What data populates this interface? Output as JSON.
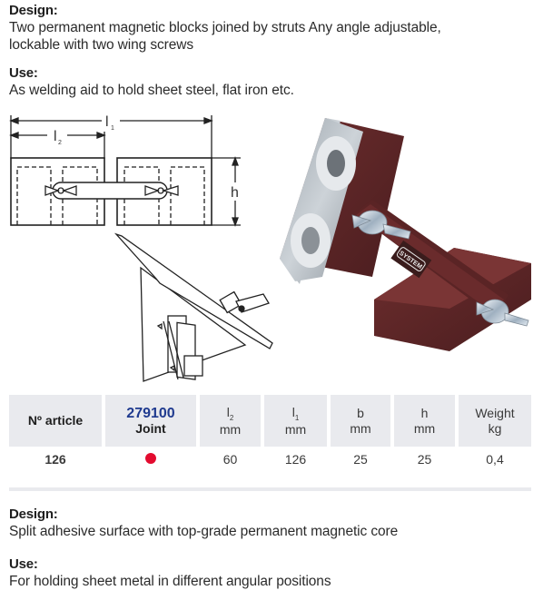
{
  "section1": {
    "design_label": "Design:",
    "design_text_line1": "Two permanent magnetic blocks joined by struts Any angle adjustable,",
    "design_text_line2": "lockable with two wing screws",
    "use_label": "Use:",
    "use_text": "As welding aid to hold sheet steel, flat iron etc."
  },
  "diagram": {
    "l1_label": "l",
    "l1_sub": "1",
    "l2_label": "l",
    "l2_sub": "2",
    "h_label": "h"
  },
  "photo": {
    "badge_text": "SYSTEM"
  },
  "table": {
    "headers": [
      {
        "id": "article",
        "line1": "Nº article"
      },
      {
        "id": "joint",
        "code": "279100",
        "line2": "Joint"
      },
      {
        "id": "l2",
        "symbol": "l",
        "sub": "2",
        "unit": "mm"
      },
      {
        "id": "l1",
        "symbol": "l",
        "sub": "1",
        "unit": "mm"
      },
      {
        "id": "b",
        "symbol": "b",
        "unit": "mm"
      },
      {
        "id": "h",
        "symbol": "h",
        "unit": "mm"
      },
      {
        "id": "weight",
        "symbol": "Weight",
        "unit": "kg"
      }
    ],
    "rows": [
      {
        "article": "126",
        "joint": "available",
        "l2": "60",
        "l1": "126",
        "b": "25",
        "h": "25",
        "weight": "0,4"
      }
    ],
    "colors": {
      "header_bg": "#e9eaee",
      "article_blue": "#1f3a8f",
      "dot_red": "#e30b2f"
    }
  },
  "section2": {
    "design_label": "Design:",
    "design_text": "Split adhesive surface with top-grade permanent magnetic core",
    "use_label": "Use:",
    "use_text": "For holding sheet metal in different angular positions"
  }
}
